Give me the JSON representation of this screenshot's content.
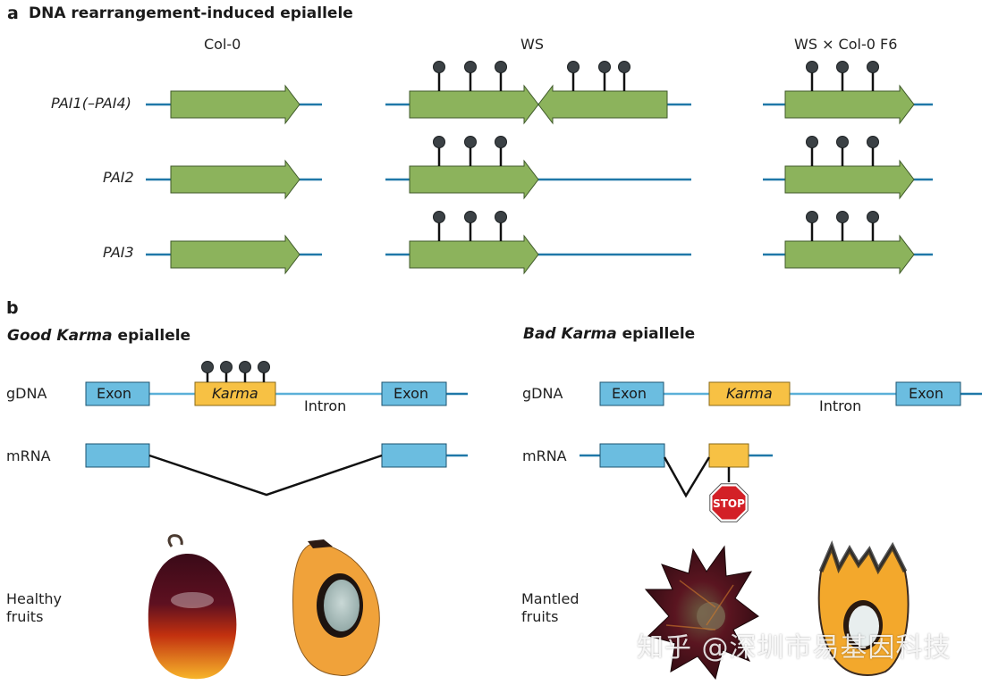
{
  "panel_a": {
    "letter": "a",
    "title": "DNA rearrangement-induced epiallele",
    "columns": [
      "Col-0",
      "WS",
      "WS × Col-0 F6"
    ],
    "genes": [
      {
        "label": "PAI1(–PAI4)",
        "col0_methyl": 0,
        "ws_structure": "inverted-repeat",
        "ws_methyl": [
          3,
          3
        ],
        "f6_methyl": 3
      },
      {
        "label": "PAI2",
        "col0_methyl": 0,
        "ws_structure": "single",
        "ws_methyl": [
          3
        ],
        "f6_methyl": 3
      },
      {
        "label": "PAI3",
        "col0_methyl": 0,
        "ws_structure": "single",
        "ws_methyl": [
          3
        ],
        "f6_methyl": 3
      }
    ]
  },
  "panel_b": {
    "letter": "b",
    "good": {
      "title_italic": "Good Karma",
      "title_rest": " epiallele",
      "gdna_label": "gDNA",
      "mrna_label": "mRNA",
      "exon_label": "Exon",
      "karma_label": "Karma",
      "intron_label": "Intron",
      "karma_methyl": 4,
      "fruit_label": [
        "Healthy",
        "fruits"
      ]
    },
    "bad": {
      "title_italic": "Bad Karma",
      "title_rest": " epiallele",
      "gdna_label": "gDNA",
      "mrna_label": "mRNA",
      "exon_label": "Exon",
      "karma_label": "Karma",
      "intron_label": "Intron",
      "karma_methyl": 0,
      "stop_label": "STOP",
      "fruit_label": [
        "Mantled",
        "fruits"
      ]
    }
  },
  "watermark": "知乎 @深圳市易基因科技",
  "colors": {
    "gene_arrow": "#8cb35c",
    "dna_line": "#1f78a8",
    "light_line": "#5bb0d8",
    "exon": "#6bbde0",
    "karma": "#f7c144",
    "methyl": "#3b4145",
    "stop": "#d32027"
  }
}
